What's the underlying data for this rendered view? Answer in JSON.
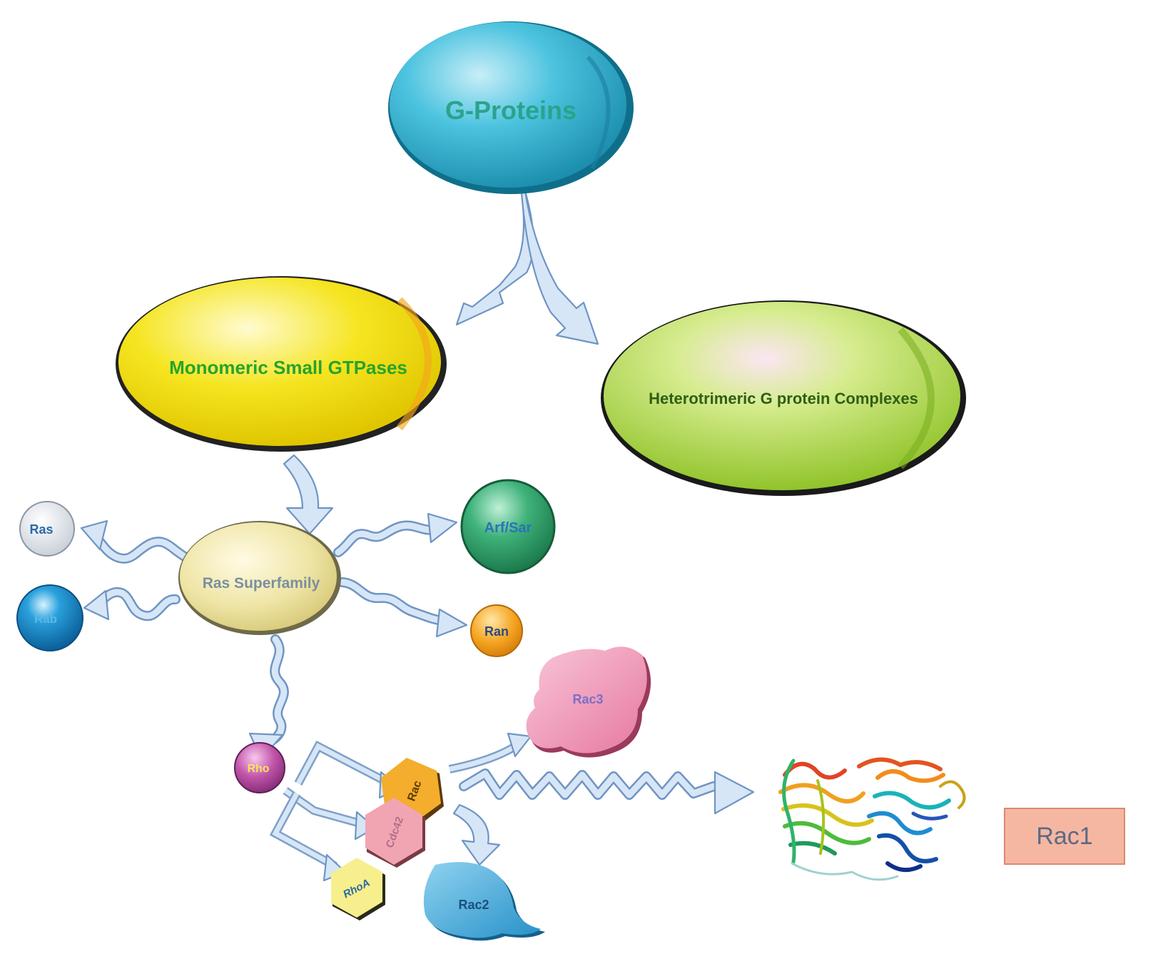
{
  "nodes": {
    "g_proteins": "G-Proteins",
    "monomeric": "Monomeric Small GTPases",
    "heterotrimeric": "Heterotrimeric G protein Complexes",
    "ras_superfamily": "Ras Superfamily",
    "ras": "Ras",
    "rab": "Rab",
    "arf_sar": "Arf/Sar",
    "ran": "Ran",
    "rho": "Rho",
    "rac": "Rac",
    "cdc42": "Cdc42",
    "rhoa": "RhoA",
    "rac2": "Rac2",
    "rac3": "Rac3",
    "rac1": "Rac1"
  },
  "colors": {
    "g_proteins": "#33b9d8",
    "monomeric": "#f3e31c",
    "heterotrimeric": "#a8d23c",
    "ras_superfamily": "#ebe29c",
    "ras": "#dadfe6",
    "rab": "#1385c6",
    "arf_sar": "#2e9c67",
    "ran": "#f2a21e",
    "rho": "#b44b9e",
    "rac": "#f4ad2c",
    "cdc42": "#f1a5b3",
    "rhoa": "#f7ee8e",
    "rac2": "#3aa5d6",
    "rac3": "#ef8fb3",
    "rac1": "#f6b7a2",
    "arrow": "#d6e6f7"
  },
  "icons": {
    "rac1_structure": "protein-ribbon-structure-icon"
  }
}
